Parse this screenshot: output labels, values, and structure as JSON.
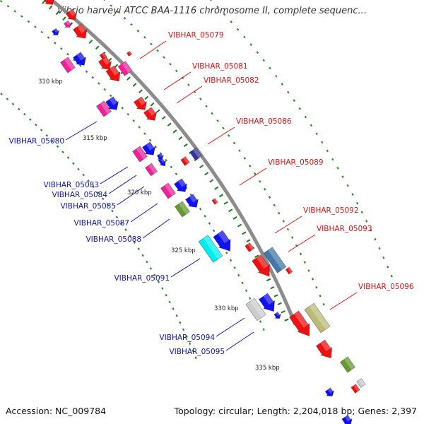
{
  "title": "Vibrio harveyi ATCC BAA-1116 chromosome II, complete sequenc...",
  "accession": "Accession: NC_009784",
  "topology": "Topology: circular; Length: 2,204,018 bp; Genes: 2,397",
  "colors": {
    "backbone": "#8c8c8c",
    "tick": "#1f7a1f",
    "dot": "#2e8b2e",
    "label_red": "#dd1111",
    "label_blue": "#1111bb",
    "red": "#ee1111",
    "blue": "#1111ee",
    "magenta": "#ee2299",
    "navy": "#333399",
    "cyan": "#00eeee",
    "olive": "#669933",
    "khaki": "#bbbb77",
    "steel": "#4477aa",
    "gray": "#cccccc"
  },
  "scale_labels": [
    "310 kbp",
    "315 kbp",
    "320 kbp",
    "325 kbp",
    "330 kbp",
    "335 kbp"
  ],
  "gene_labels_red": [
    "VIBHAR_05079",
    "VIBHAR_05081",
    "VIBHAR_05082",
    "VIBHAR_05086",
    "VIBHAR_05089",
    "VIBHAR_05092",
    "VIBHAR_05093",
    "VIBHAR_05096"
  ],
  "gene_labels_blue": [
    "VIBHAR_05080",
    "VIBHAR_05083",
    "VIBHAR_05084",
    "VIBHAR_05085",
    "VIBHAR_05087",
    "VIBHAR_05088",
    "VIBHAR_05091",
    "VIBHAR_05094",
    "VIBHAR_05095"
  ]
}
